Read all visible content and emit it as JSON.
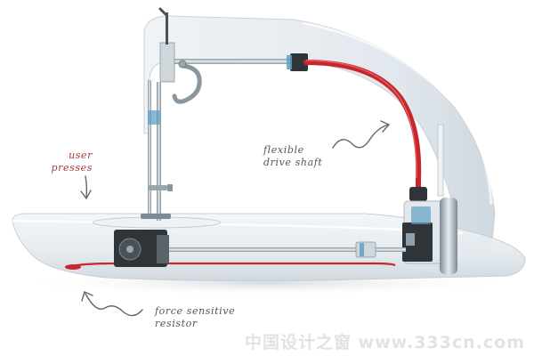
{
  "annotations": {
    "user_presses": [
      "user",
      "presses"
    ],
    "flexible_drive_shaft": [
      "flexible",
      "drive shaft"
    ],
    "force_sensitive_resistor": [
      "force sensitive",
      "resistor"
    ]
  },
  "watermark": "中国设计之窗 www.333cn.com",
  "colors": {
    "background": "#ffffff",
    "annotation_red": "#a83a3a",
    "annotation_gray": "#666666",
    "drive_shaft": "#c8262c",
    "body_tint": "#dfe6ec",
    "metal": "#9aa6ae",
    "dark_part": "#2f3438",
    "watermark": "#9a9a9a"
  },
  "icons": {
    "press_arrow": "arrow-down-icon",
    "shaft_arrow": "curly-arrow-icon",
    "resistor_arrow": "curly-arrow-icon"
  }
}
